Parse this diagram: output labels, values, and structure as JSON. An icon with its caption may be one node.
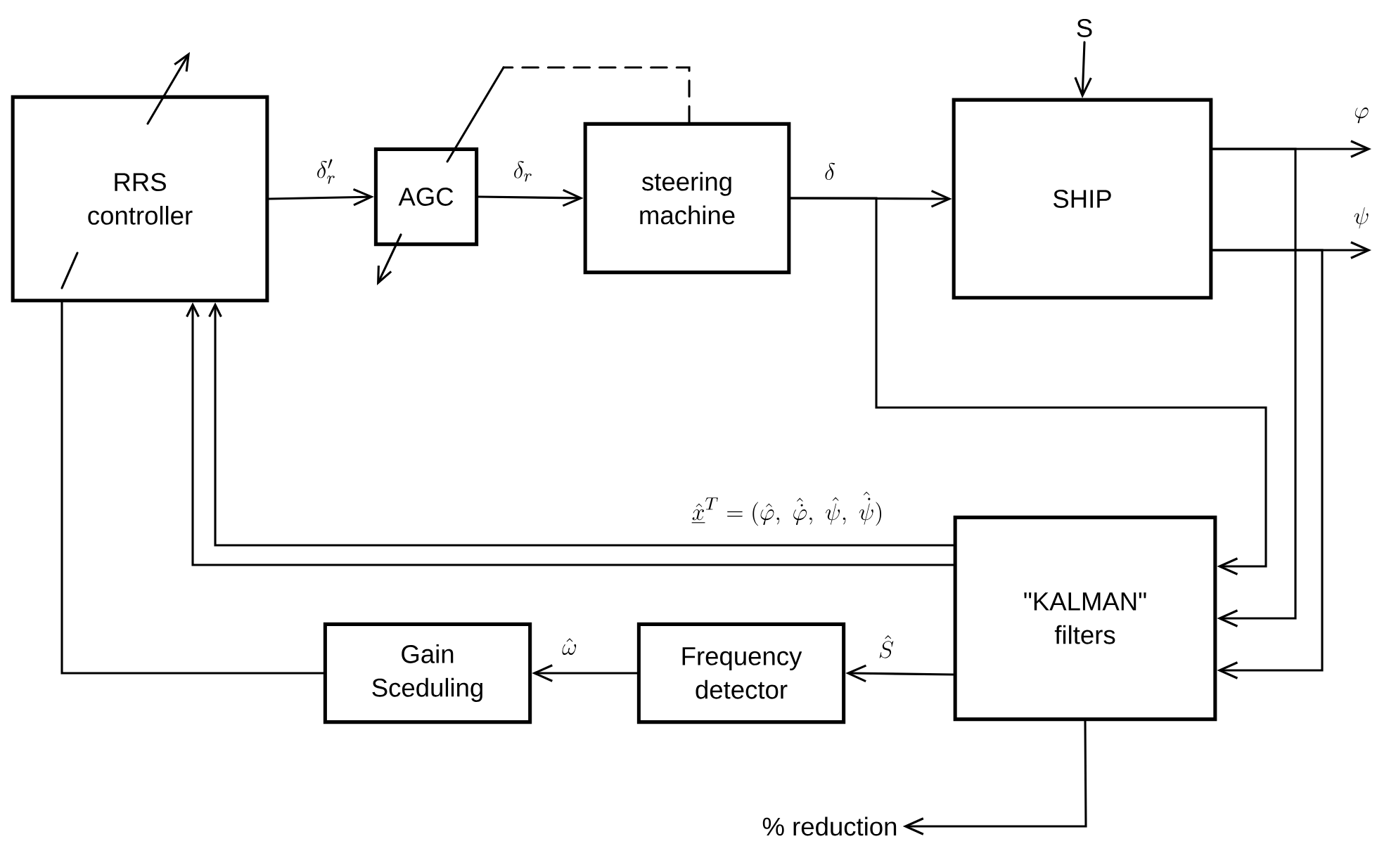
{
  "diagram": {
    "nodes": [
      {
        "text": [
          "RRS controller"
        ]
      },
      {
        "text": [
          "AGC"
        ]
      },
      {
        "text": [
          "steering machine"
        ]
      },
      {
        "text": [
          "SHIP"
        ]
      },
      {
        "text": [
          "\"KALMAN\" filters"
        ]
      },
      {
        "text": [
          "Frequency detector"
        ]
      },
      {
        "text": [
          "Gain Sceduling"
        ]
      },
      {
        "text": [
          "S"
        ]
      },
      {
        "text": [
          "% reduction"
        ]
      }
    ],
    "edges": [
      {
        "from": 0,
        "to": 1,
        "arrow": "to",
        "label": "\\delta'_r"
      },
      {
        "from": 1,
        "to": 2,
        "arrow": "to",
        "label": "\\delta_r"
      },
      {
        "from": 2,
        "to": 3,
        "arrow": "to",
        "label": "\\delta"
      },
      {
        "from": 2,
        "to": 1,
        "arrow": "none",
        "style": "dashed"
      },
      {
        "from": 7,
        "to": 3,
        "arrow": "to"
      },
      {
        "from": 3,
        "to": null,
        "arrow": "to",
        "label": "\\varphi"
      },
      {
        "from": 3,
        "to": null,
        "arrow": "to",
        "label": "\\psi"
      },
      {
        "from": 2,
        "to": 4,
        "arrow": "to"
      },
      {
        "from": 3,
        "to": 4,
        "arrow": "to"
      },
      {
        "from": 3,
        "to": 4,
        "arrow": "to"
      },
      {
        "from": 4,
        "to": 0,
        "arrow": "to",
        "label": "\\underline{\\hat{x}}^T = (\\hat{\\varphi},\\ \\hat{\\dot{\\varphi}},\\ \\hat{\\psi},\\ \\hat{\\dot{\\psi}})"
      },
      {
        "from": 4,
        "to": 0,
        "arrow": "to"
      },
      {
        "from": 4,
        "to": 5,
        "arrow": "to",
        "label": "\\hat{S}"
      },
      {
        "from": 5,
        "to": 6,
        "arrow": "to",
        "label": "\\hat{\\omega}"
      },
      {
        "from": 6,
        "to": 0,
        "arrow": "none"
      },
      {
        "from": 4,
        "to": 8,
        "arrow": "to"
      }
    ]
  }
}
